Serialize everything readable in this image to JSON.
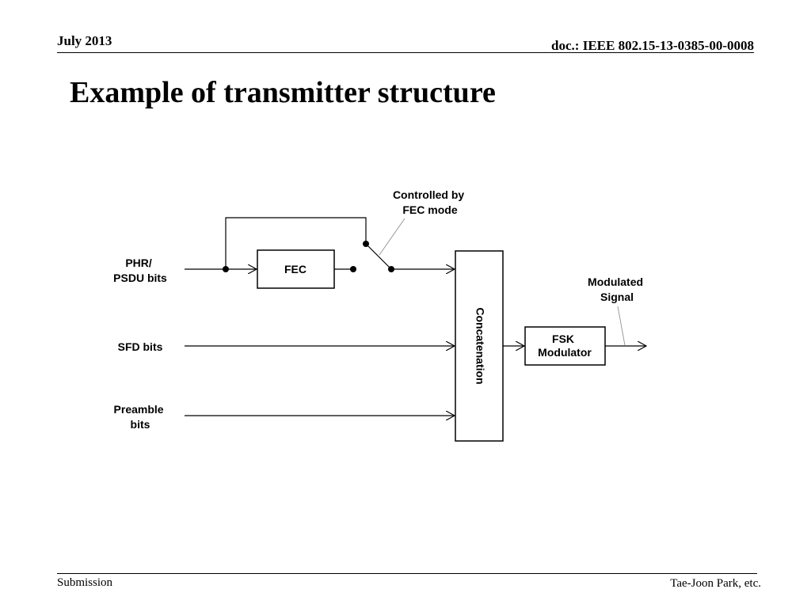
{
  "header": {
    "date": "July 2013",
    "doc_id": "doc.: IEEE 802.15-13-0385-00-0008"
  },
  "slide": {
    "title": "Example of transmitter structure"
  },
  "diagram": {
    "inputs": {
      "phr_line1": "PHR/",
      "phr_line2": "PSDU bits",
      "sfd": "SFD bits",
      "preamble_line1": "Preamble",
      "preamble_line2": "bits"
    },
    "blocks": {
      "fec": "FEC",
      "concatenation": "Concatenation",
      "fsk_line1": "FSK",
      "fsk_line2": "Modulator"
    },
    "annotations": {
      "control_line1": "Controlled by",
      "control_line2": "FEC mode",
      "output_line1": "Modulated",
      "output_line2": "Signal"
    }
  },
  "footer": {
    "left": "Submission",
    "right": "Tae-Joon Park, etc."
  }
}
